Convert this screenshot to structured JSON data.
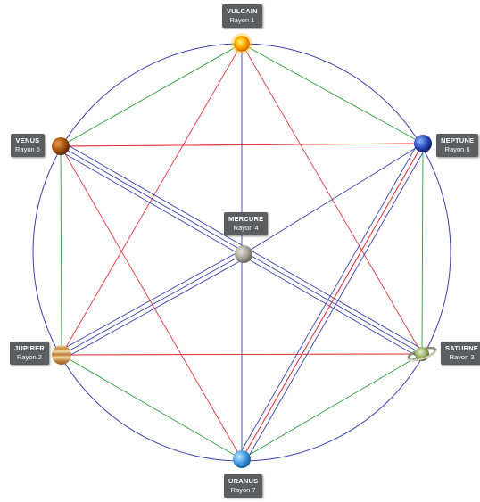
{
  "diagram": {
    "colors": {
      "circle": "#3b3fb0",
      "hexagon": "#2e9a3a",
      "triangles": "#e0343e",
      "blue_lines": "#3b3fb0",
      "label_bg": "#5b5e60",
      "label_text": "#ffffff"
    },
    "nodes": {
      "vulcain": {
        "name": "VULCAIN",
        "ray": "Rayon 1",
        "icon": "sun-icon"
      },
      "neptune": {
        "name": "NEPTUNE",
        "ray": "Rayon 6",
        "icon": "neptune-planet-icon"
      },
      "saturne": {
        "name": "SATURNE",
        "ray": "Rayon 3",
        "icon": "saturn-ringed-planet-icon"
      },
      "uranus": {
        "name": "URANUS",
        "ray": "Rayon 7",
        "icon": "uranus-planet-icon"
      },
      "jupiter": {
        "name": "JUPIRER",
        "ray": "Rayon 2",
        "icon": "jupiter-planet-icon"
      },
      "venus": {
        "name": "VENUS",
        "ray": "Rayon 5",
        "icon": "venus-planet-icon"
      },
      "mercure": {
        "name": "MERCURE",
        "ray": "Rayon 4",
        "icon": "mercury-planet-icon"
      }
    }
  }
}
